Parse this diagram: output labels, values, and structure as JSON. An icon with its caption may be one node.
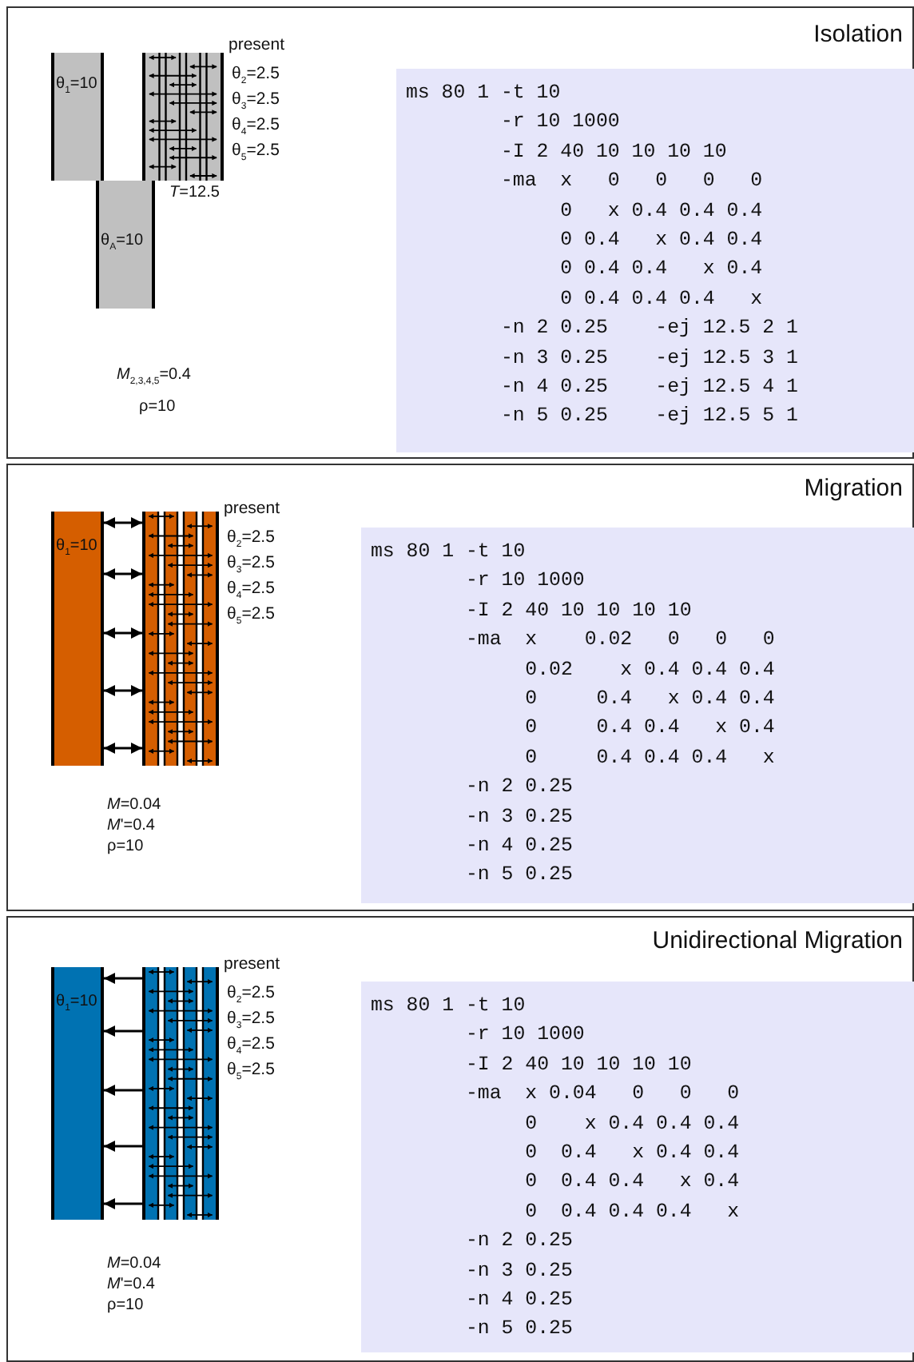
{
  "diagram": {
    "nodes": [
      {
        "text": [
          "Isolation"
        ]
      },
      {
        "text": [
          "θ$_{1}$=10"
        ],
        "in": 0
      },
      {
        "text": [],
        "shape": "bar",
        "in": 0,
        "beside": [
          "present",
          "θ$_{2}$=2.5",
          "θ$_{3}$=2.5",
          "θ$_{4}$=2.5",
          "θ$_{5}$=2.5"
        ]
      },
      {
        "text": [
          "θ$_{A}$=10"
        ],
        "in": 0
      },
      {
        "text": [
          "ms 80 1 -t 10",
          "        -r 10 1000",
          "        -I 2 40 10 10 10 10",
          "        -ma  x   0   0   0   0",
          "             0   x 0.4 0.4 0.4",
          "             0 0.4   x 0.4 0.4",
          "             0 0.4 0.4   x 0.4",
          "             0 0.4 0.4 0.4   x",
          "        -n 2 0.25    -ej 12.5 2 1",
          "        -n 3 0.25    -ej 12.5 3 1",
          "        -n 4 0.25    -ej 12.5 4 1",
          "        -n 5 0.25    -ej 12.5 5 1"
        ],
        "in": 0
      },
      {
        "text": [
          "Migration"
        ]
      },
      {
        "text": [
          "θ$_{1}$=10"
        ],
        "in": 5
      },
      {
        "text": [],
        "shape": "bar",
        "in": 5,
        "beside": [
          "present",
          "θ$_{2}$=2.5",
          "θ$_{3}$=2.5",
          "θ$_{4}$=2.5",
          "θ$_{5}$=2.5"
        ]
      },
      {
        "text": [
          "ms 80 1 -t 10",
          "        -r 10 1000",
          "        -I 2 40 10 10 10 10",
          "        -ma  x    0.02   0   0   0",
          "             0.02    x 0.4 0.4 0.4",
          "             0     0.4   x 0.4 0.4",
          "             0     0.4 0.4   x 0.4",
          "             0     0.4 0.4 0.4   x",
          "        -n 2 0.25",
          "        -n 3 0.25",
          "        -n 4 0.25",
          "        -n 5 0.25"
        ],
        "in": 5
      },
      {
        "text": [
          "Unidirectional Migration"
        ]
      },
      {
        "text": [
          "θ$_{1}$=10"
        ],
        "in": 9
      },
      {
        "text": [],
        "shape": "bar",
        "in": 9,
        "beside": [
          "present",
          "θ$_{2}$=2.5",
          "θ$_{3}$=2.5",
          "θ$_{4}$=2.5",
          "θ$_{5}$=2.5"
        ]
      },
      {
        "text": [
          "ms 80 1 -t 10",
          "        -r 10 1000",
          "        -I 2 40 10 10 10 10",
          "        -ma  x 0.04   0   0   0",
          "             0    x 0.4 0.4 0.4",
          "             0  0.4   x 0.4 0.4",
          "             0  0.4 0.4   x 0.4",
          "             0  0.4 0.4 0.4   x",
          "        -n 2 0.25",
          "        -n 3 0.25",
          "        -n 4 0.25",
          "        -n 5 0.25"
        ],
        "in": 9
      }
    ],
    "edges": [
      {
        "from": 6,
        "to": 7,
        "arrow": "both"
      },
      {
        "from": 6,
        "to": 7,
        "arrow": "both"
      },
      {
        "from": 6,
        "to": 7,
        "arrow": "both"
      },
      {
        "from": 6,
        "to": 7,
        "arrow": "both"
      },
      {
        "from": 6,
        "to": 7,
        "arrow": "both"
      },
      {
        "from": 11,
        "to": 10,
        "arrow": "to"
      },
      {
        "from": 11,
        "to": 10,
        "arrow": "to"
      },
      {
        "from": 11,
        "to": 10,
        "arrow": "to"
      },
      {
        "from": 11,
        "to": 10,
        "arrow": "to"
      },
      {
        "from": 11,
        "to": 10,
        "arrow": "to"
      }
    ],
    "labels": [
      "*T*=12.5",
      "*M*$_{2,3,4,5}$=0.4",
      "ρ=10",
      "*M*=0.04",
      "*M*'=0.4",
      "ρ=10",
      "*M*=0.04",
      "*M*'=0.4",
      "ρ=10"
    ]
  }
}
